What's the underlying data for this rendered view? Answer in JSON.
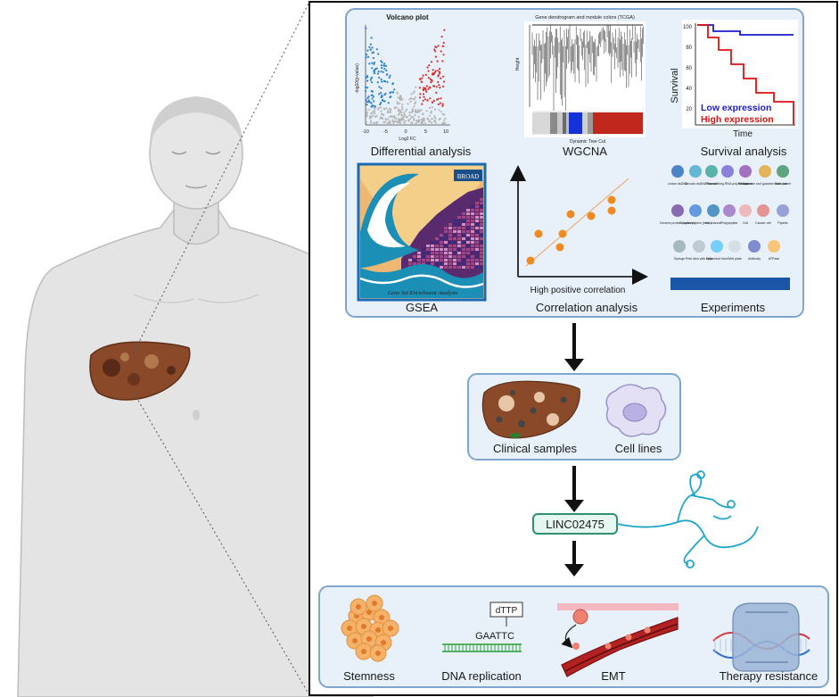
{
  "panels": {
    "volcano": {
      "title": "Volcano plot",
      "ylabel": "-log10(p-value)",
      "xlabel": "Log2 FC",
      "xticks": [
        "-10",
        "-5",
        "0",
        "5",
        "10"
      ],
      "caption": "Differential analysis"
    },
    "wgcna": {
      "title": "Gene dendrogram and module colors (TCGA)",
      "ylabel": "Height",
      "subcaption": "Dynamic Tree Cut",
      "caption": "WGCNA"
    },
    "survival": {
      "ylabel": "Survival",
      "xlabel": "Time",
      "low_label": "Low expression",
      "high_label": "High expression",
      "yticks": [
        "100",
        "80",
        "60",
        "40",
        "20"
      ],
      "caption": "Survival analysis",
      "low_color": "#1a1acc",
      "high_color": "#e01010"
    },
    "gsea": {
      "badge": "BROAD",
      "subtitle": "Gene Set Enrichment Analysis",
      "caption": "GSEA"
    },
    "correlation": {
      "note": "High positive correlation",
      "caption": "Correlation analysis"
    },
    "experiments": {
      "caption": "Experiments",
      "icons": [
        "Linear dsDNA",
        "Circular dsDNA",
        "Plasmid",
        "Transcribing RNA polymerase",
        "Ribosome",
        "Cytosine and guanine base pair",
        "Beta barrel",
        "Generic protein (cylinder)",
        "Generic protein (helix)",
        "Ion channel",
        "Polypeptide",
        "Cell",
        "Cancer cell",
        "Pipette",
        "Syringe",
        "Petri dish with cells",
        "Eppendorf tube",
        "Well plate",
        "Antibody",
        "ATPase"
      ]
    }
  },
  "middle": {
    "clinical": "Clinical samples",
    "cells": "Cell lines"
  },
  "gene": {
    "name": "LINC02475"
  },
  "bottom": {
    "stemness": "Stemness",
    "dna": "DNA replication",
    "dttp": "dTTP",
    "seq": "GAATTC",
    "emt": "EMT",
    "therapy": "Therapy resistance"
  },
  "colors": {
    "panel_fill": "#e8f1fa",
    "panel_border": "#7fa6cf",
    "gene_fill": "#e6f7f1",
    "gene_border": "#2f8f6f"
  }
}
